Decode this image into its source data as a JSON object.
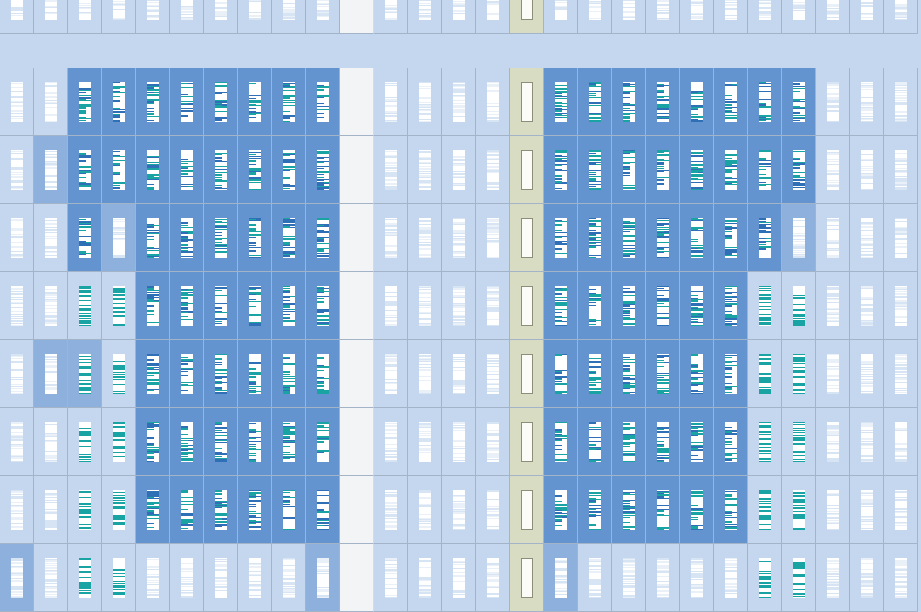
{
  "view": {
    "rows": 9,
    "cols": 27,
    "colors": {
      "light": "#c5d7ee",
      "selected": "#6394cf",
      "selected_soft": "#8db0dc",
      "empty": "#f3f4f5",
      "current": "#d8dcc3",
      "mark_white": "#ffffff",
      "mark_teal": "#1aa3a3",
      "mark_blue": "#2f6fb6"
    },
    "selected_regions": [
      {
        "name": "left-block-top",
        "rows": [
          1,
          3
        ],
        "cols": [
          2,
          9
        ]
      },
      {
        "name": "left-block-mid",
        "rows": [
          4,
          7
        ],
        "cols": [
          4,
          9
        ]
      },
      {
        "name": "right-block-top",
        "rows": [
          1,
          3
        ],
        "cols": [
          16,
          23
        ]
      },
      {
        "name": "right-block-mid",
        "rows": [
          4,
          7
        ],
        "cols": [
          16,
          21
        ]
      }
    ],
    "soft_cells": [
      [
        2,
        1
      ],
      [
        3,
        3
      ],
      [
        5,
        1
      ],
      [
        5,
        2
      ],
      [
        3,
        23
      ],
      [
        8,
        0
      ],
      [
        8,
        9
      ],
      [
        8,
        16
      ]
    ],
    "empty_column": 10,
    "current_column": 15,
    "teal_cells": [
      [
        4,
        2
      ],
      [
        4,
        3
      ],
      [
        5,
        2
      ],
      [
        5,
        3
      ],
      [
        6,
        2
      ],
      [
        6,
        3
      ],
      [
        7,
        2
      ],
      [
        7,
        3
      ],
      [
        8,
        2
      ],
      [
        8,
        3
      ],
      [
        4,
        22
      ],
      [
        4,
        23
      ],
      [
        5,
        22
      ],
      [
        5,
        23
      ],
      [
        6,
        22
      ],
      [
        6,
        23
      ],
      [
        7,
        22
      ],
      [
        7,
        23
      ],
      [
        8,
        22
      ],
      [
        8,
        23
      ]
    ]
  }
}
